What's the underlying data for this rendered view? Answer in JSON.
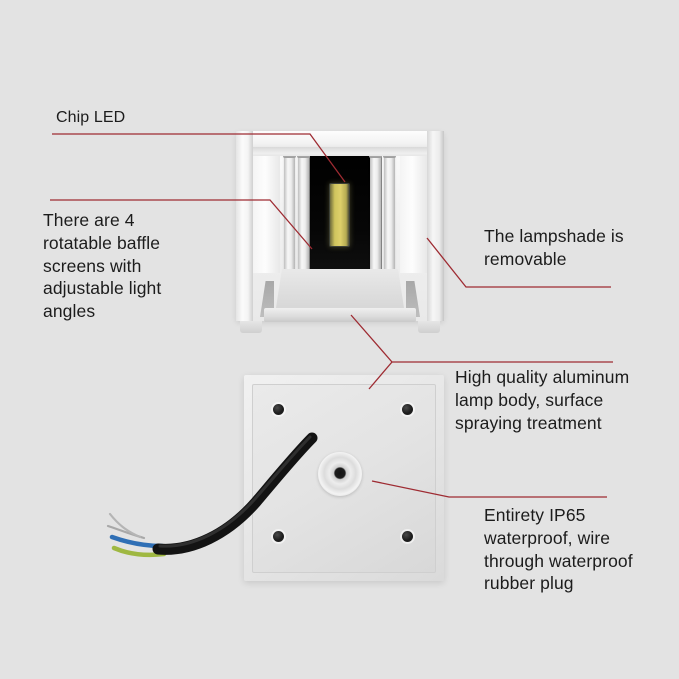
{
  "page": {
    "title": "LED Wall Light Product Feature Diagram",
    "background_color": "#e3e3e3",
    "leader_line_color": "#9e2b32",
    "text_color": "#1c1c1c"
  },
  "annotations": [
    {
      "id": "chip-led",
      "text": "Chip LED",
      "position": "top-left",
      "points_to": "led-chip"
    },
    {
      "id": "baffle-screens",
      "text": "There are 4\nrotatable baffle\nscreens with\nadjustable light\nangles",
      "position": "left",
      "points_to": "baffle-blades"
    },
    {
      "id": "lampshade",
      "text": "The lampshade is\nremovable",
      "position": "right",
      "points_to": "shade-frame"
    },
    {
      "id": "aluminum-body",
      "text": "High quality aluminum\nlamp body, surface\nspraying treatment",
      "position": "right",
      "points_to": "lamp-body"
    },
    {
      "id": "ip65-waterproof",
      "text": "Entirety IP65\nwaterproof, wire\nthrough waterproof\nrubber plug",
      "position": "right-bottom",
      "points_to": "rubber-grommet"
    }
  ],
  "product": {
    "top_view": {
      "name": "lamp-assembly-front",
      "parts": {
        "shade_frame": "outer square lampshade frame",
        "baffle_count": 4,
        "baffle_label": "rotatable baffle screen",
        "cavity": "dark inner reflector cavity",
        "led_chip": "chip LED emitter",
        "led_chip_color": "#ded06a",
        "body": "aluminum lamp body"
      }
    },
    "bottom_view": {
      "name": "lamp-back-plate",
      "parts": {
        "plate": "aluminum mounting back plate",
        "screw_count": 4,
        "screw_label": "mounting screw hole",
        "grommet": "waterproof rubber plug",
        "cable": "power cable",
        "wire_colors": [
          "#2f6fb5",
          "#9fb842",
          "#8d8d8d"
        ],
        "wire_labels": [
          "live/blue",
          "earth/yellow-green",
          "neutral/gray"
        ]
      }
    }
  }
}
